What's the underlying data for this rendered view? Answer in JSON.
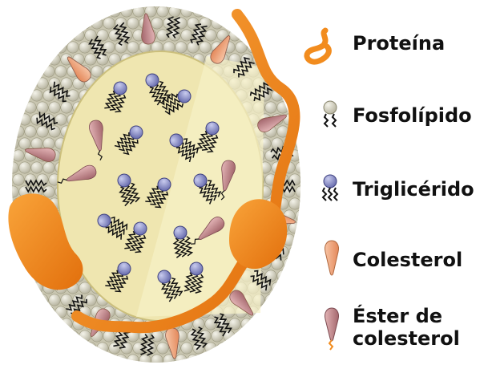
{
  "legend": {
    "protein": "Proteína",
    "phospholipid": "Fosfolípido",
    "triglyceride": "Triglicérido",
    "cholesterol": "Colesterol",
    "cholesteryl_ester_line1": "Éster de",
    "cholesteryl_ester_line2": "colesterol"
  },
  "colors": {
    "protein": "#f28c1e",
    "phospholipid_head": "#dad8c8",
    "triglyceride_head": "#8b8fcb",
    "cholesterol": "#f2a77d",
    "cholesteryl_ester": "#c98a8f",
    "core": "#efe6b0"
  }
}
